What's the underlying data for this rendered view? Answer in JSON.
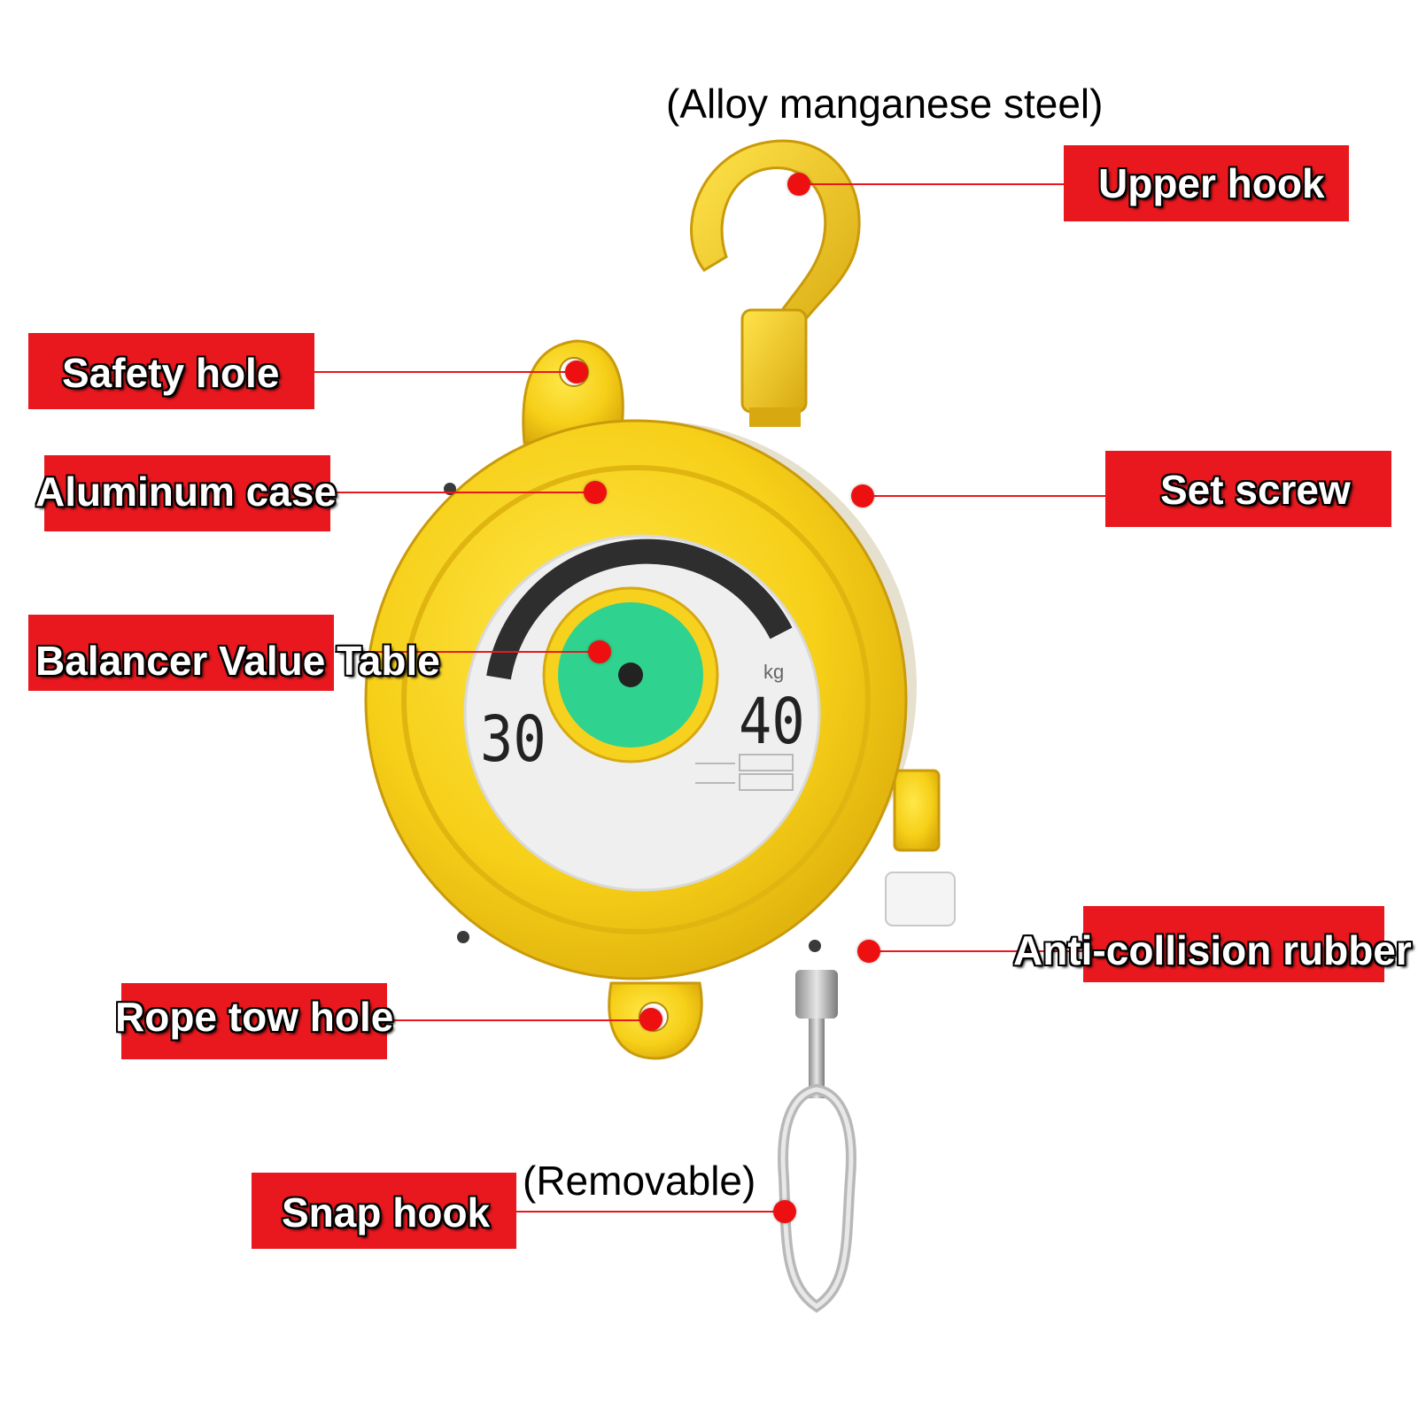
{
  "title": "",
  "notes": {
    "material": "(Alloy manganese steel)",
    "removable": "(Removable)"
  },
  "labels": {
    "upper_hook": "Upper hook",
    "safety_hole": "Safety hole",
    "aluminum_case": "Aluminum case",
    "set_screw": "Set screw",
    "value_table": "Balancer Value Table",
    "anti_collision": "Anti-collision rubber",
    "rope_tow_hole": "Rope tow hole",
    "snap_hook": "Snap hook"
  },
  "dial": {
    "left_value": "30",
    "right_value": "40",
    "unit": "kg"
  },
  "colors": {
    "label_red": "#e8181e",
    "case_yellow": "#f6d21e",
    "hub_green": "#2fd28e"
  }
}
